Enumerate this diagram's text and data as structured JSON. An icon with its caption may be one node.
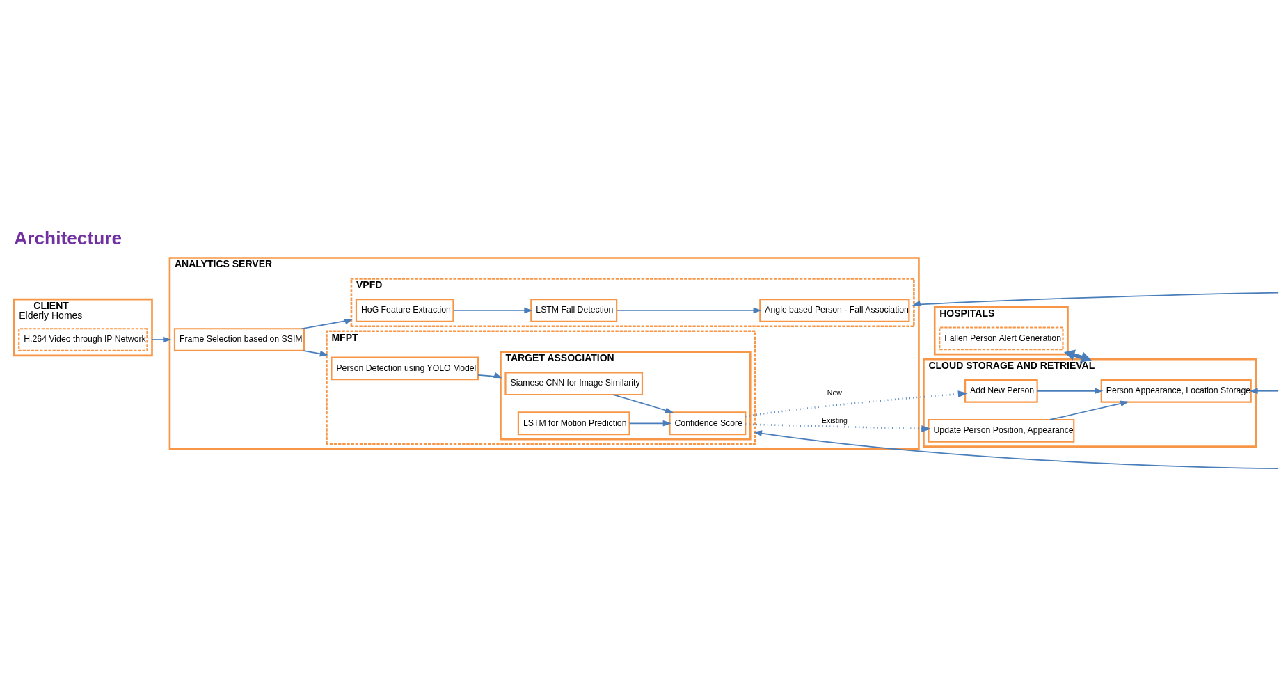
{
  "diagram": {
    "title": "Architecture",
    "nodes": [
      {
        "text": [
          "CLIENT",
          "Elderly Homes"
        ]
      },
      {
        "text": [
          "H.264 Video through IP Network"
        ],
        "in": 0
      },
      {
        "text": [
          "ANALYTICS SERVER"
        ]
      },
      {
        "text": [
          "Frame Selection based on SSIM"
        ],
        "in": 2
      },
      {
        "text": [
          "VPFD"
        ],
        "in": 2
      },
      {
        "text": [
          "HoG Feature Extraction"
        ],
        "in": 4
      },
      {
        "text": [
          "LSTM Fall Detection"
        ],
        "in": 4
      },
      {
        "text": [
          "Angle based Person - Fall Association"
        ],
        "in": 4
      },
      {
        "text": [
          "MFPT"
        ],
        "in": 2
      },
      {
        "text": [
          "Person Detection using YOLO Model"
        ],
        "in": 8
      },
      {
        "text": [
          "TARGET ASSOCIATION"
        ],
        "in": 8
      },
      {
        "text": [
          "Siamese CNN for Image Similarity"
        ],
        "in": 10
      },
      {
        "text": [
          "LSTM for Motion Prediction"
        ],
        "in": 10
      },
      {
        "text": [
          "Confidence Score"
        ],
        "in": 10
      },
      {
        "text": [
          "HOSPITALS"
        ]
      },
      {
        "text": [
          "Fallen Person Alert Generation"
        ],
        "in": 14
      },
      {
        "text": [
          "CLOUD STORAGE AND RETRIEVAL"
        ]
      },
      {
        "text": [
          "Person Appearance, Location Storage"
        ],
        "in": 16
      },
      {
        "text": [
          "Update Person Position, Appearance"
        ],
        "in": 16
      },
      {
        "text": [
          "Add New Person"
        ],
        "in": 16
      }
    ],
    "edges": [
      {
        "from": 0,
        "to": 2,
        "arrow": "to"
      },
      {
        "from": 3,
        "to": 4,
        "arrow": "to"
      },
      {
        "from": 3,
        "to": 8,
        "arrow": "to"
      },
      {
        "from": 5,
        "to": 6,
        "arrow": "to"
      },
      {
        "from": 6,
        "to": 7,
        "arrow": "to"
      },
      {
        "from": 9,
        "to": 10,
        "arrow": "to"
      },
      {
        "from": 11,
        "to": 13,
        "arrow": "to"
      },
      {
        "from": 12,
        "to": 13,
        "arrow": "to"
      },
      {
        "from": 13,
        "to": 18,
        "arrow": "to",
        "label": "Existing",
        "style": "dashed"
      },
      {
        "from": 13,
        "to": 19,
        "arrow": "to",
        "label": "New",
        "style": "dashed"
      },
      {
        "from": 18,
        "to": 17,
        "arrow": "to"
      },
      {
        "from": 19,
        "to": 17,
        "arrow": "to"
      },
      {
        "from": 14,
        "to": 16,
        "arrow": "both",
        "style": "thick"
      },
      {
        "from": null,
        "to": 4,
        "arrow": "to"
      },
      {
        "from": null,
        "to": 8,
        "arrow": "to"
      },
      {
        "from": null,
        "to": 17,
        "arrow": "to"
      }
    ]
  }
}
